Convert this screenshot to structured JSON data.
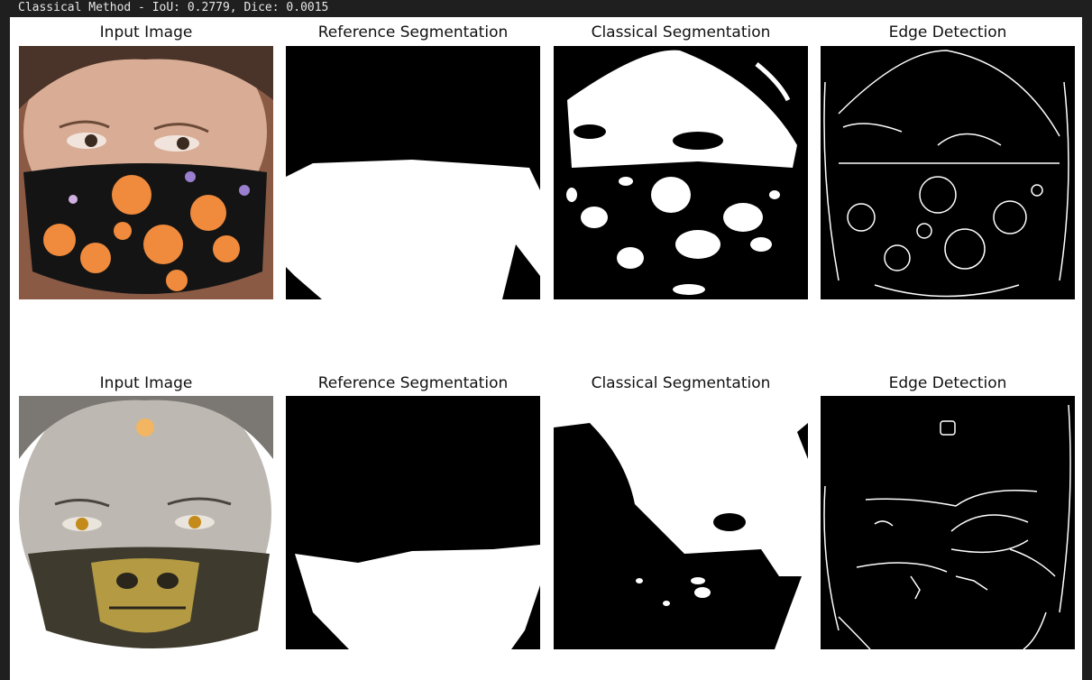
{
  "window": {
    "title": "Classical Method - IoU: 0.2779, Dice: 0.0015"
  },
  "rows": [
    {
      "panels": [
        {
          "title": "Input Image",
          "image": "woman with pumpkin-print face mask"
        },
        {
          "title": "Reference Segmentation",
          "image": "mask segmentation"
        },
        {
          "title": "Classical Segmentation",
          "image": "threshold segmentation"
        },
        {
          "title": "Edge Detection",
          "image": "edge map"
        }
      ]
    },
    {
      "panels": [
        {
          "title": "Input Image",
          "image": "woman with gold skull face mask"
        },
        {
          "title": "Reference Segmentation",
          "image": "mask segmentation"
        },
        {
          "title": "Classical Segmentation",
          "image": "threshold segmentation"
        },
        {
          "title": "Edge Detection",
          "image": "edge map"
        }
      ]
    }
  ],
  "colors": {
    "background": "#1f1f1f",
    "figure": "#ffffff",
    "mask_fg": "#ffffff",
    "mask_bg": "#000000"
  }
}
